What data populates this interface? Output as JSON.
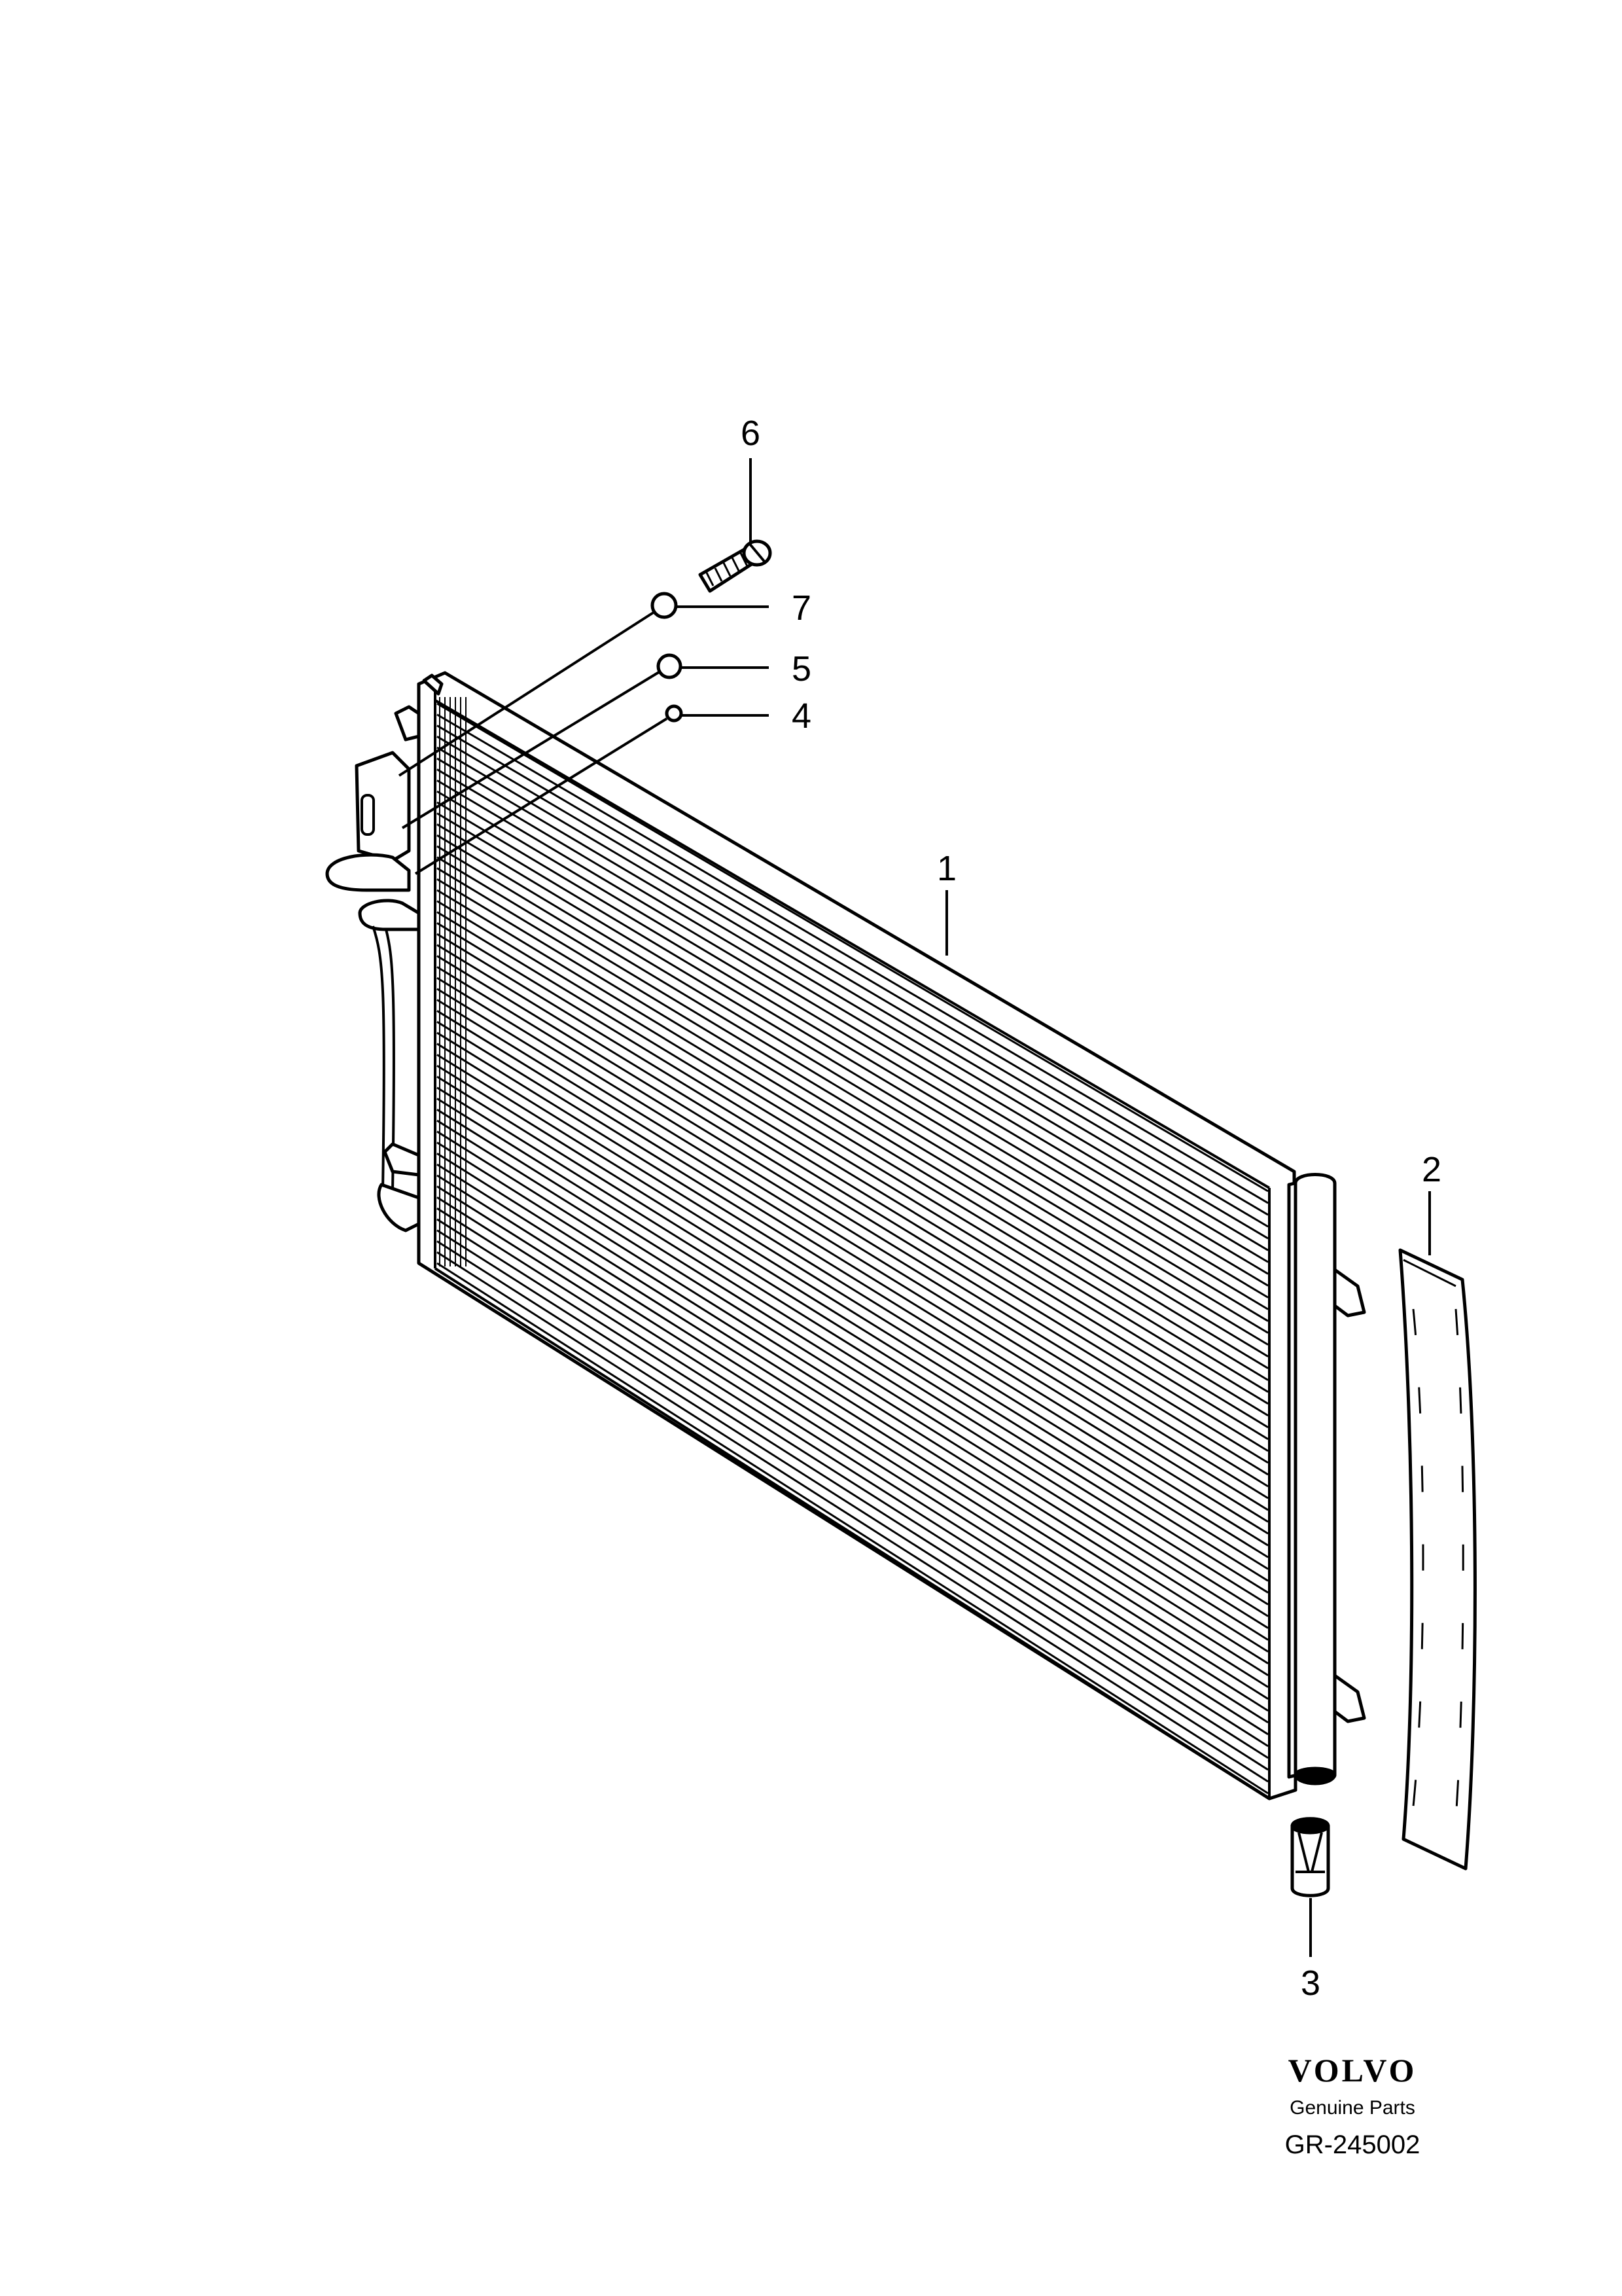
{
  "callouts": [
    {
      "id": "1",
      "label": "1"
    },
    {
      "id": "2",
      "label": "2"
    },
    {
      "id": "3",
      "label": "3"
    },
    {
      "id": "4",
      "label": "4"
    },
    {
      "id": "5",
      "label": "5"
    },
    {
      "id": "6",
      "label": "6"
    },
    {
      "id": "7",
      "label": "7"
    }
  ],
  "footer": {
    "brand": "VOLVO",
    "tagline": "Genuine Parts",
    "reference": "GR-245002"
  }
}
